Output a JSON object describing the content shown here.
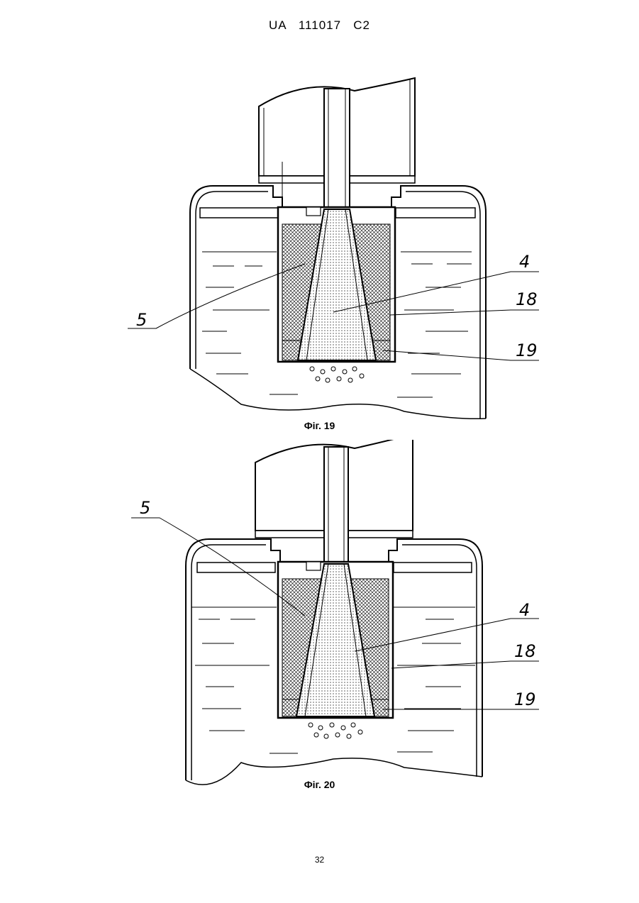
{
  "header": {
    "office": "UA",
    "number": "111017",
    "kind": "C2"
  },
  "figures": [
    {
      "caption": "Фіг. 19",
      "labels": [
        {
          "id": "5",
          "text": "5"
        },
        {
          "id": "4",
          "text": "4"
        },
        {
          "id": "18",
          "text": "18"
        },
        {
          "id": "19",
          "text": "19"
        }
      ]
    },
    {
      "caption": "Фіг. 20",
      "labels": [
        {
          "id": "5",
          "text": "5"
        },
        {
          "id": "4",
          "text": "4"
        },
        {
          "id": "18",
          "text": "18"
        },
        {
          "id": "19",
          "text": "19"
        }
      ]
    }
  ],
  "page_number": "32"
}
